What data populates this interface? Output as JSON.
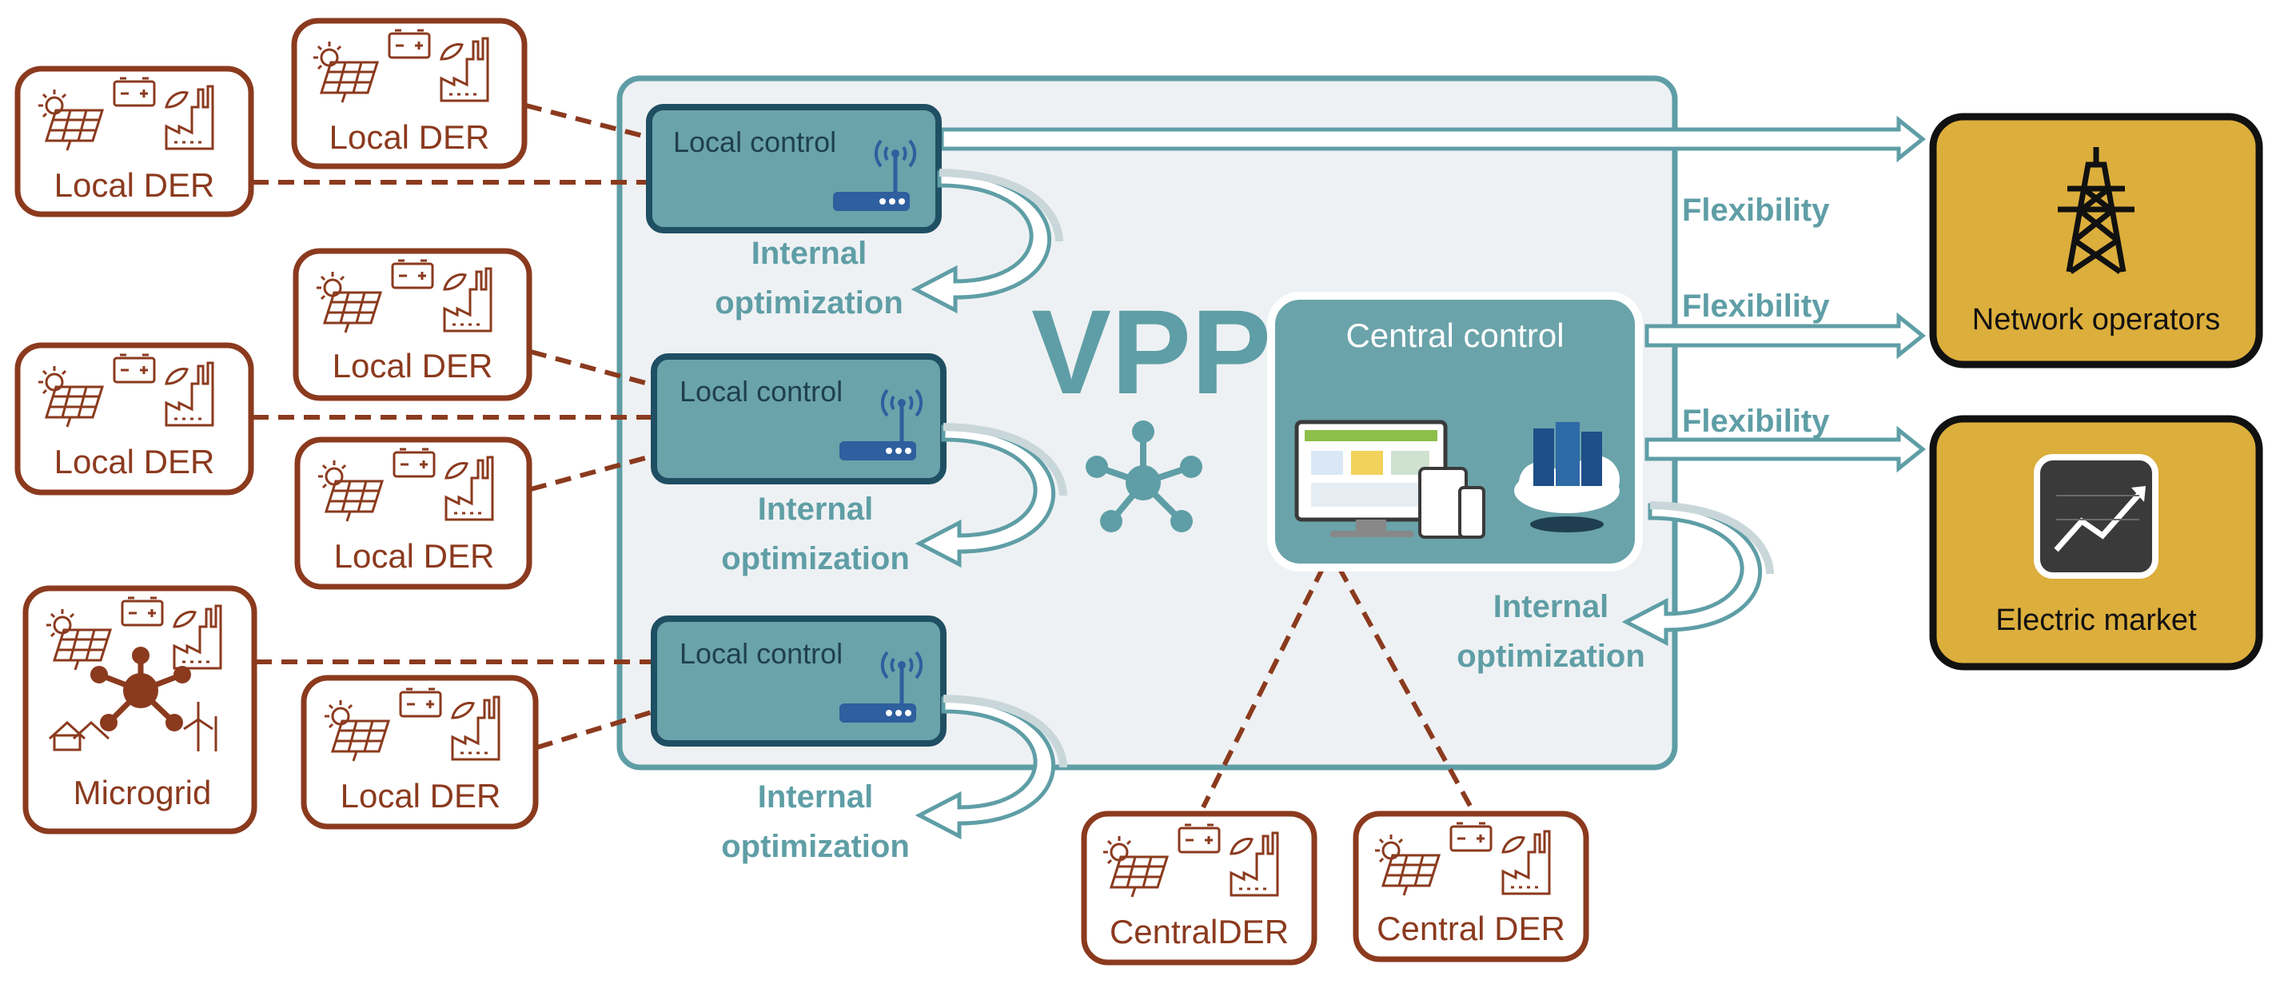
{
  "vpp": {
    "title": "VPP",
    "local_controls": [
      {
        "label": "Local control",
        "optimization": [
          "Internal",
          "optimization"
        ]
      },
      {
        "label": "Local control",
        "optimization": [
          "Internal",
          "optimization"
        ]
      },
      {
        "label": "Local control",
        "optimization": [
          "Internal",
          "optimization"
        ]
      }
    ],
    "central_control": {
      "label": "Central control",
      "optimization": [
        "Internal",
        "optimization"
      ]
    },
    "flexibility_labels": [
      "Flexibility",
      "Flexibility",
      "Flexibility"
    ]
  },
  "ders": [
    {
      "label": "Local DER"
    },
    {
      "label": "Local DER"
    },
    {
      "label": "Local DER"
    },
    {
      "label": "Local DER"
    },
    {
      "label": "Local DER"
    },
    {
      "label": "Microgrid"
    },
    {
      "label": "Local DER"
    },
    {
      "label": "CentralDER"
    },
    {
      "label": "Central DER"
    }
  ],
  "destinations": [
    {
      "label": "Network operators",
      "icon": "transmission-tower-icon"
    },
    {
      "label": "Electric market",
      "icon": "market-chart-icon"
    }
  ],
  "colors": {
    "der": "#8b3a1e",
    "vpp_teal": "#5f9ea6",
    "local_control_fill": "#6aa3aa",
    "local_control_border": "#1f4f63",
    "destination_fill": "#dcae3c",
    "vpp_background": "#eef1f3"
  }
}
